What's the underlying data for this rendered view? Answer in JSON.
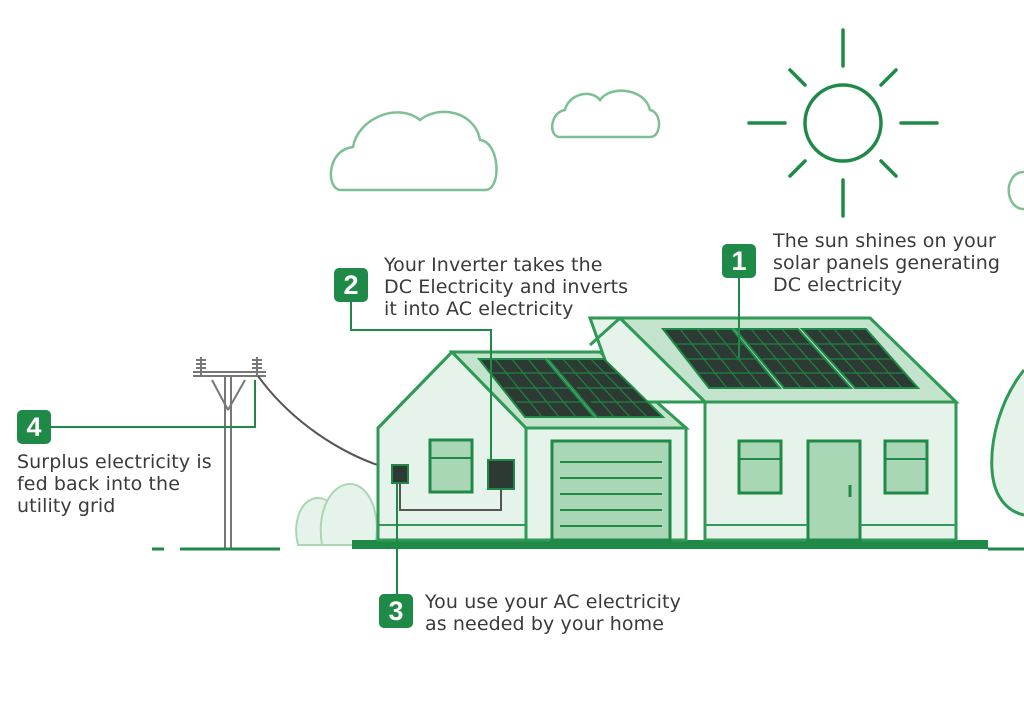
{
  "colors": {
    "primary": "#1f8a47",
    "dark": "#14743a",
    "outline": "#2f9a55",
    "light_fill": "#e6f3ea",
    "medium_fill": "#c4e3cd",
    "window_fill": "#a9d6b5",
    "panel_fill": "#2c3a33",
    "cloud_stroke": "#7cc093",
    "wire": "#555555",
    "ground": "#1f8a47"
  },
  "steps": [
    {
      "number": "1",
      "text": "The sun shines on your\nsolar panels generating\nDC electricity"
    },
    {
      "number": "2",
      "text": "Your Inverter takes the\nDC Electricity and inverts\nit into AC electricity"
    },
    {
      "number": "3",
      "text": "You use your AC electricity\nas needed by your home"
    },
    {
      "number": "4",
      "text": "Surplus electricity is\nfed back into the\nutility grid"
    }
  ]
}
